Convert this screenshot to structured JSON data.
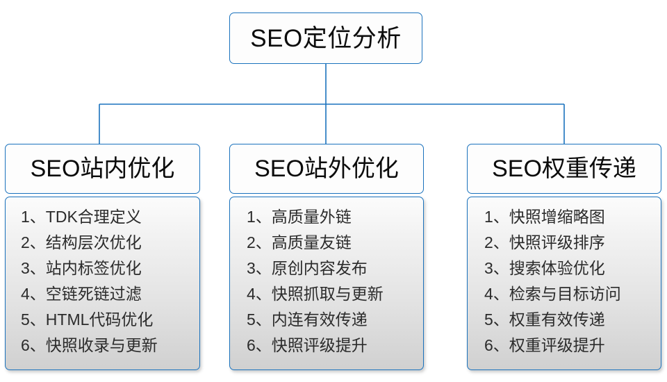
{
  "diagram": {
    "type": "org-chart",
    "title": "SEO定位分析",
    "colors": {
      "border": "#1a72bd",
      "node_fill": "#fdfdfd",
      "body_fill_top": "#fcfcfc",
      "body_fill_bottom": "#d0d0d0",
      "text": "#111111",
      "background": "#ffffff"
    },
    "root": {
      "label": "SEO定位分析"
    },
    "branches": [
      {
        "header": "SEO站内优化",
        "items": [
          "1、TDK合理定义",
          "2、结构层次优化",
          "3、站内标签优化",
          "4、空链死链过滤",
          "5、HTML代码优化",
          "6、快照收录与更新"
        ]
      },
      {
        "header": "SEO站外优化",
        "items": [
          "1、高质量外链",
          "2、高质量友链",
          "3、原创内容发布",
          "4、快照抓取与更新",
          "5、内连有效传递",
          "6、快照评级提升"
        ]
      },
      {
        "header": "SEO权重传递",
        "items": [
          "1、快照增缩略图",
          "2、快照评级排序",
          "3、搜索体验优化",
          "4、检索与目标访问",
          "5、权重有效传递",
          "6、权重评级提升"
        ]
      }
    ]
  }
}
